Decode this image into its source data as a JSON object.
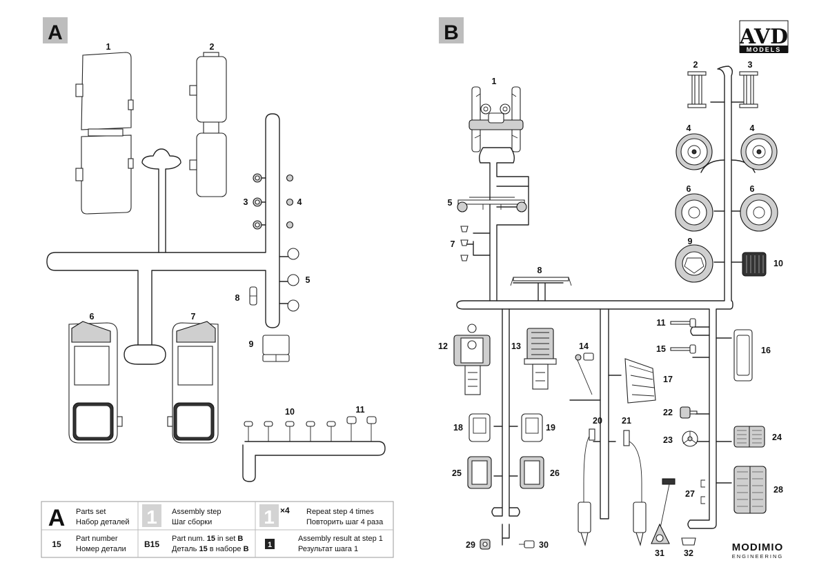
{
  "sheet_a": {
    "letter": "A",
    "parts": [
      {
        "id": "a1",
        "label": "1"
      },
      {
        "id": "a2",
        "label": "2"
      },
      {
        "id": "a3",
        "label": "3"
      },
      {
        "id": "a4",
        "label": "4"
      },
      {
        "id": "a5",
        "label": "5"
      },
      {
        "id": "a6",
        "label": "6"
      },
      {
        "id": "a7",
        "label": "7"
      },
      {
        "id": "a8",
        "label": "8"
      },
      {
        "id": "a9",
        "label": "9"
      },
      {
        "id": "a10",
        "label": "10"
      },
      {
        "id": "a11",
        "label": "11"
      }
    ]
  },
  "sheet_b": {
    "letter": "B",
    "parts": [
      {
        "id": "b1",
        "label": "1"
      },
      {
        "id": "b2",
        "label": "2"
      },
      {
        "id": "b3",
        "label": "3"
      },
      {
        "id": "b4a",
        "label": "4"
      },
      {
        "id": "b4b",
        "label": "4"
      },
      {
        "id": "b5",
        "label": "5"
      },
      {
        "id": "b6a",
        "label": "6"
      },
      {
        "id": "b6b",
        "label": "6"
      },
      {
        "id": "b7",
        "label": "7"
      },
      {
        "id": "b8",
        "label": "8"
      },
      {
        "id": "b9",
        "label": "9"
      },
      {
        "id": "b10",
        "label": "10"
      },
      {
        "id": "b11",
        "label": "11"
      },
      {
        "id": "b12",
        "label": "12"
      },
      {
        "id": "b13",
        "label": "13"
      },
      {
        "id": "b14",
        "label": "14"
      },
      {
        "id": "b15",
        "label": "15"
      },
      {
        "id": "b16",
        "label": "16"
      },
      {
        "id": "b17",
        "label": "17"
      },
      {
        "id": "b18",
        "label": "18"
      },
      {
        "id": "b19",
        "label": "19"
      },
      {
        "id": "b20",
        "label": "20"
      },
      {
        "id": "b21",
        "label": "21"
      },
      {
        "id": "b22",
        "label": "22"
      },
      {
        "id": "b23",
        "label": "23"
      },
      {
        "id": "b24",
        "label": "24"
      },
      {
        "id": "b25",
        "label": "25"
      },
      {
        "id": "b26",
        "label": "26"
      },
      {
        "id": "b27",
        "label": "27"
      },
      {
        "id": "b28",
        "label": "28"
      },
      {
        "id": "b29",
        "label": "29"
      },
      {
        "id": "b30",
        "label": "30"
      },
      {
        "id": "b31",
        "label": "31"
      },
      {
        "id": "b32",
        "label": "32"
      }
    ]
  },
  "brand": {
    "avd": "AVD",
    "avd_sub": "MODELS",
    "modimio": "MODIMIO",
    "modimio_sub": "ENGINEERING"
  },
  "legend": {
    "parts_set": {
      "symbol": "A",
      "en": "Parts set",
      "ru": "Набор деталей"
    },
    "assembly_step": {
      "symbol": "1",
      "en": "Assembly step",
      "ru": "Шаг сборки"
    },
    "repeat_step": {
      "symbol": "1",
      "multiplier": "×4",
      "en": "Repeat step 4 times",
      "ru": "Повторить шаг 4 раза"
    },
    "part_number": {
      "symbol": "15",
      "en": "Part number",
      "ru": "Номер детали"
    },
    "part_in_set": {
      "symbol": "B15",
      "en_pre": "Part num. ",
      "en_num": "15",
      "en_mid": " in set ",
      "en_set": "B",
      "ru_pre": "Деталь ",
      "ru_num": "15",
      "ru_mid": " в наборе ",
      "ru_set": "B"
    },
    "result_step": {
      "symbol": "1",
      "en": "Assembly result at step 1",
      "ru": "Результат шага 1"
    }
  }
}
